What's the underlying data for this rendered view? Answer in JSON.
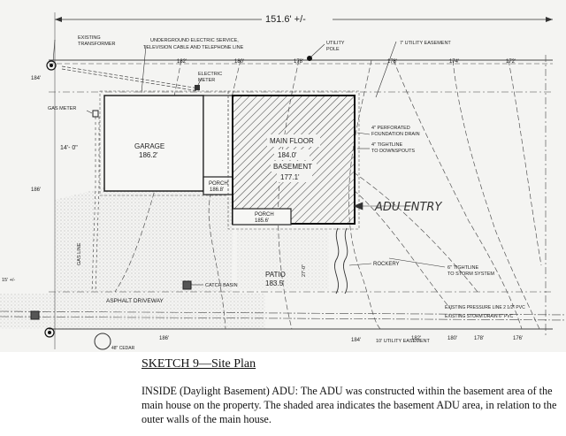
{
  "plan": {
    "overall_dimension": "151.6' +/-",
    "labels": {
      "existing_transformer": [
        "EXISTING",
        "TRANSFORMER"
      ],
      "underground_service": [
        "UNDERGROUND ELECTRIC SERVICE,",
        "TELEVISION CABLE AND TELEPHONE LINE"
      ],
      "utility_pole": [
        "UTILITY",
        "POLE"
      ],
      "utility_easement_top": "7' UTILITY EASEMENT",
      "electric_meter": [
        "ELECTRIC",
        "METER"
      ],
      "gas_meter": "GAS METER",
      "garage": "GARAGE",
      "garage_elev": "186.2'",
      "porch_upper": "PORCH",
      "porch_upper_elev": "186.8'",
      "main_floor": "MAIN FLOOR",
      "main_floor_elev": "184.0'",
      "basement": "BASEMENT",
      "basement_elev": "177.1'",
      "porch_lower": "PORCH",
      "porch_lower_elev": "185.6'",
      "foundation_drain": [
        "4\" PERFORATED",
        "FOUNDATION DRAIN"
      ],
      "tightline_downspouts": [
        "4\" TIGHTLINE",
        "TO DOWNSPOUTS"
      ],
      "adu_entry": "ADU ENTRY",
      "setback_dim": "14'- 0\"",
      "gas_line": "GAS LINE",
      "rockery": "ROCKERY",
      "tightline_storm": [
        "6\" TIGHTLINE",
        "TO STORM SYSTEM"
      ],
      "catch_basin": "CATCH BASIN",
      "patio": "PATIO",
      "patio_elev": "183.5'",
      "asphalt_driveway": "ASPHALT DRIVEWAY",
      "pressure_line": "EXISTING PRESSURE LINE 2 1/2\" PVC",
      "storm_drain": "EXISTING STORM DRAIN 6\" PVC",
      "utility_easement_bottom": "10' UTILITY EASEMENT",
      "left_dim": "15' +/-",
      "bottom_feature": "48\" CEDAR",
      "side_dim": "27'-0\""
    },
    "contour_elevations": [
      "184'",
      "182'",
      "180'",
      "178'",
      "176'",
      "174'",
      "172'",
      "186'"
    ],
    "bottom_elevations": [
      "186'",
      "184'",
      "182'",
      "180'",
      "178'",
      "176'"
    ]
  },
  "caption": {
    "title": "SKETCH 9—Site Plan",
    "text": "INSIDE (Daylight Basement) ADU:  The ADU was constructed within the basement area of the main house on the property.  The shaded area indicates the basement ADU area, in relation to the outer walls of the main house."
  }
}
